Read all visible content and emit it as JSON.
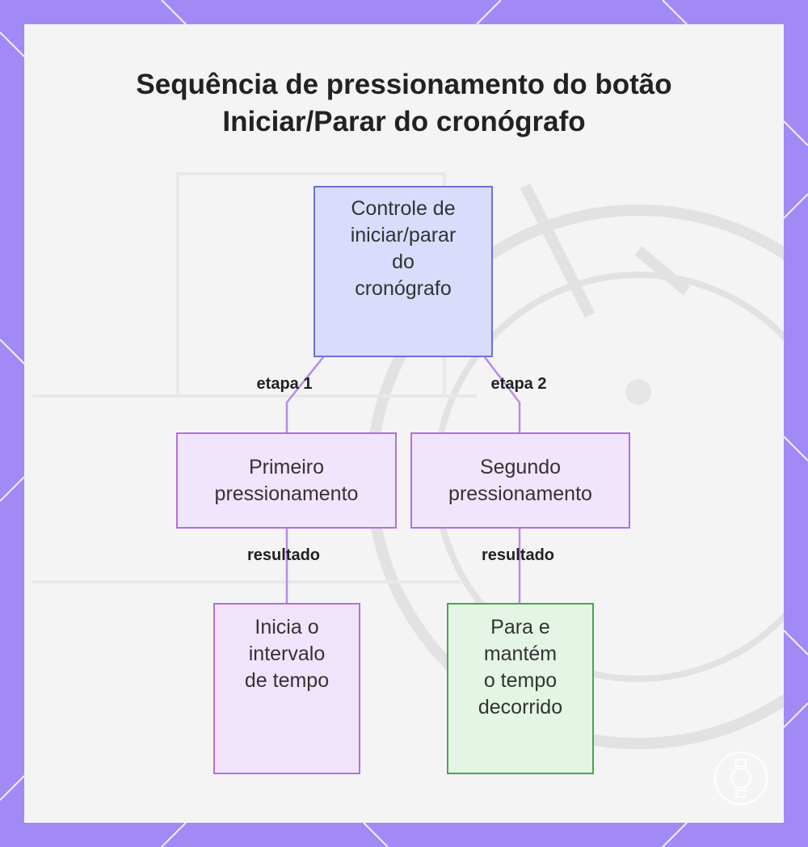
{
  "title": {
    "line1": "Sequência de pressionamento do botão",
    "line2": "Iniciar/Parar do cronógrafo"
  },
  "nodes": {
    "root": "Controle de\niniciar/parar\ndo\ncronógrafo",
    "first_press": "Primeiro\npressionamento",
    "second_press": "Segundo\npressionamento",
    "start_result": "Inicia o\nintervalo\nde tempo",
    "stop_result": "Para e\nmantém\no tempo\ndecorrido"
  },
  "edges": {
    "step1": "etapa 1",
    "step2": "etapa 2",
    "result_left": "resultado",
    "result_right": "resultado"
  },
  "colors": {
    "frame": "#a18af5",
    "root_fill": "#d9dcfb",
    "root_border": "#6b70d6",
    "step_fill": "#f1e5fd",
    "step_border": "#b46ee0",
    "green_fill": "#e4f4e5",
    "green_border": "#45a84e",
    "connector": "#b98ae8"
  }
}
